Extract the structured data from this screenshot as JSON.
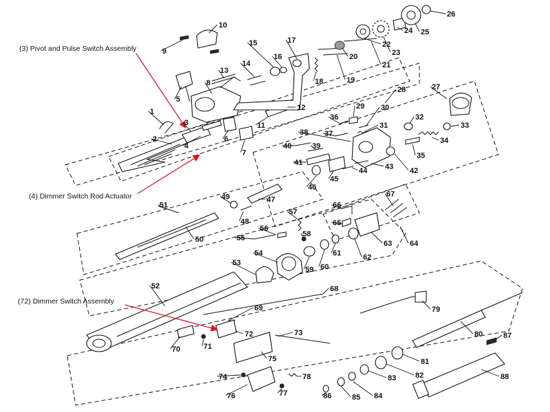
{
  "callouts": [
    {
      "id": "pivot",
      "text": "(3) Pivot and Pulse Switch Assembly"
    },
    {
      "id": "dimmer_rod",
      "text": "(4) Dimmer Switch Rod Actuator"
    },
    {
      "id": "dimmer_switch",
      "text": "(72) Dimmer Switch Assembly"
    }
  ],
  "part_numbers": [
    "1",
    "2",
    "3",
    "4",
    "5",
    "6",
    "7",
    "8",
    "9",
    "10",
    "11",
    "12",
    "13",
    "14",
    "15",
    "16",
    "17",
    "18",
    "19",
    "20",
    "21",
    "22",
    "23",
    "24",
    "25",
    "26",
    "27",
    "28",
    "29",
    "30",
    "31",
    "32",
    "33",
    "34",
    "35",
    "36",
    "37",
    "38",
    "39",
    "40",
    "41",
    "42",
    "43",
    "44",
    "45",
    "46",
    "47",
    "48",
    "49",
    "50",
    "51",
    "52",
    "53",
    "54",
    "55",
    "56",
    "57",
    "58",
    "59",
    "60",
    "61",
    "62",
    "63",
    "64",
    "65",
    "66",
    "67",
    "68",
    "69",
    "70",
    "71",
    "72",
    "73",
    "74",
    "75",
    "76",
    "77",
    "78",
    "79",
    "80",
    "81",
    "82",
    "83",
    "84",
    "85",
    "86",
    "87",
    "88"
  ],
  "colors": {
    "callout_line": "#e0141e",
    "ink": "#111111",
    "background": "#ffffff"
  }
}
